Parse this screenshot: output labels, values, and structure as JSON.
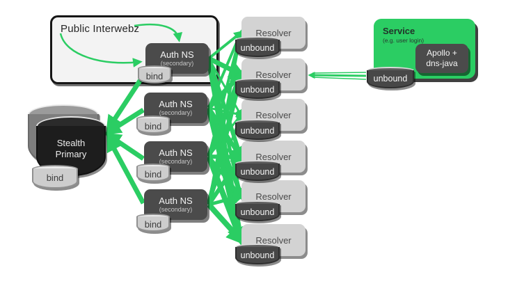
{
  "colors": {
    "accent_green": "#2bcd63",
    "dark_box": "#4b4b4b",
    "light_box": "#d3d3d3",
    "panel_fill": "#f3f3f3",
    "stealth_fill": "#1e1e1e"
  },
  "internet": {
    "label": "Public Interwebz"
  },
  "auth_ns": {
    "title": "Auth NS",
    "subtitle": "(secondary)",
    "db": "bind"
  },
  "stealth": {
    "line1": "Stealth",
    "line2": "Primary",
    "db": "bind"
  },
  "resolver": {
    "title": "Resolver",
    "db": "unbound"
  },
  "service": {
    "title": "Service",
    "subtitle": "(e.g. user login)",
    "app_line1": "Apollo +",
    "app_line2": "dns-java",
    "db": "unbound"
  },
  "edges": [
    {
      "from": "public-interwebz",
      "to": "auth-ns-1",
      "kind": "curve-top"
    },
    {
      "from": "public-interwebz",
      "to": "auth-ns-1",
      "kind": "curve-left"
    },
    {
      "from": "auth-ns-1",
      "to": "stealth-primary",
      "kind": "replicate"
    },
    {
      "from": "auth-ns-2",
      "to": "stealth-primary",
      "kind": "replicate"
    },
    {
      "from": "auth-ns-3",
      "to": "stealth-primary",
      "kind": "replicate"
    },
    {
      "from": "auth-ns-4",
      "to": "stealth-primary",
      "kind": "replicate"
    },
    {
      "from": "auth-ns-1",
      "to": "resolver-1",
      "kind": "mesh"
    },
    {
      "from": "auth-ns-1",
      "to": "resolver-2",
      "kind": "mesh"
    },
    {
      "from": "auth-ns-1",
      "to": "resolver-3",
      "kind": "mesh"
    },
    {
      "from": "auth-ns-1",
      "to": "resolver-4",
      "kind": "mesh"
    },
    {
      "from": "auth-ns-1",
      "to": "resolver-5",
      "kind": "mesh"
    },
    {
      "from": "auth-ns-1",
      "to": "resolver-6",
      "kind": "mesh"
    },
    {
      "from": "auth-ns-2",
      "to": "resolver-1",
      "kind": "mesh"
    },
    {
      "from": "auth-ns-2",
      "to": "resolver-2",
      "kind": "mesh"
    },
    {
      "from": "auth-ns-2",
      "to": "resolver-3",
      "kind": "mesh"
    },
    {
      "from": "auth-ns-2",
      "to": "resolver-4",
      "kind": "mesh"
    },
    {
      "from": "auth-ns-2",
      "to": "resolver-5",
      "kind": "mesh"
    },
    {
      "from": "auth-ns-2",
      "to": "resolver-6",
      "kind": "mesh"
    },
    {
      "from": "auth-ns-3",
      "to": "resolver-1",
      "kind": "mesh"
    },
    {
      "from": "auth-ns-3",
      "to": "resolver-2",
      "kind": "mesh"
    },
    {
      "from": "auth-ns-3",
      "to": "resolver-3",
      "kind": "mesh"
    },
    {
      "from": "auth-ns-3",
      "to": "resolver-4",
      "kind": "mesh"
    },
    {
      "from": "auth-ns-3",
      "to": "resolver-5",
      "kind": "mesh"
    },
    {
      "from": "auth-ns-3",
      "to": "resolver-6",
      "kind": "mesh"
    },
    {
      "from": "auth-ns-4",
      "to": "resolver-1",
      "kind": "mesh"
    },
    {
      "from": "auth-ns-4",
      "to": "resolver-2",
      "kind": "mesh"
    },
    {
      "from": "auth-ns-4",
      "to": "resolver-3",
      "kind": "mesh"
    },
    {
      "from": "auth-ns-4",
      "to": "resolver-4",
      "kind": "mesh"
    },
    {
      "from": "auth-ns-4",
      "to": "resolver-5",
      "kind": "mesh"
    },
    {
      "from": "auth-ns-4",
      "to": "resolver-6",
      "kind": "mesh"
    },
    {
      "from": "service-unbound",
      "to": "resolver-2",
      "kind": "query"
    }
  ]
}
